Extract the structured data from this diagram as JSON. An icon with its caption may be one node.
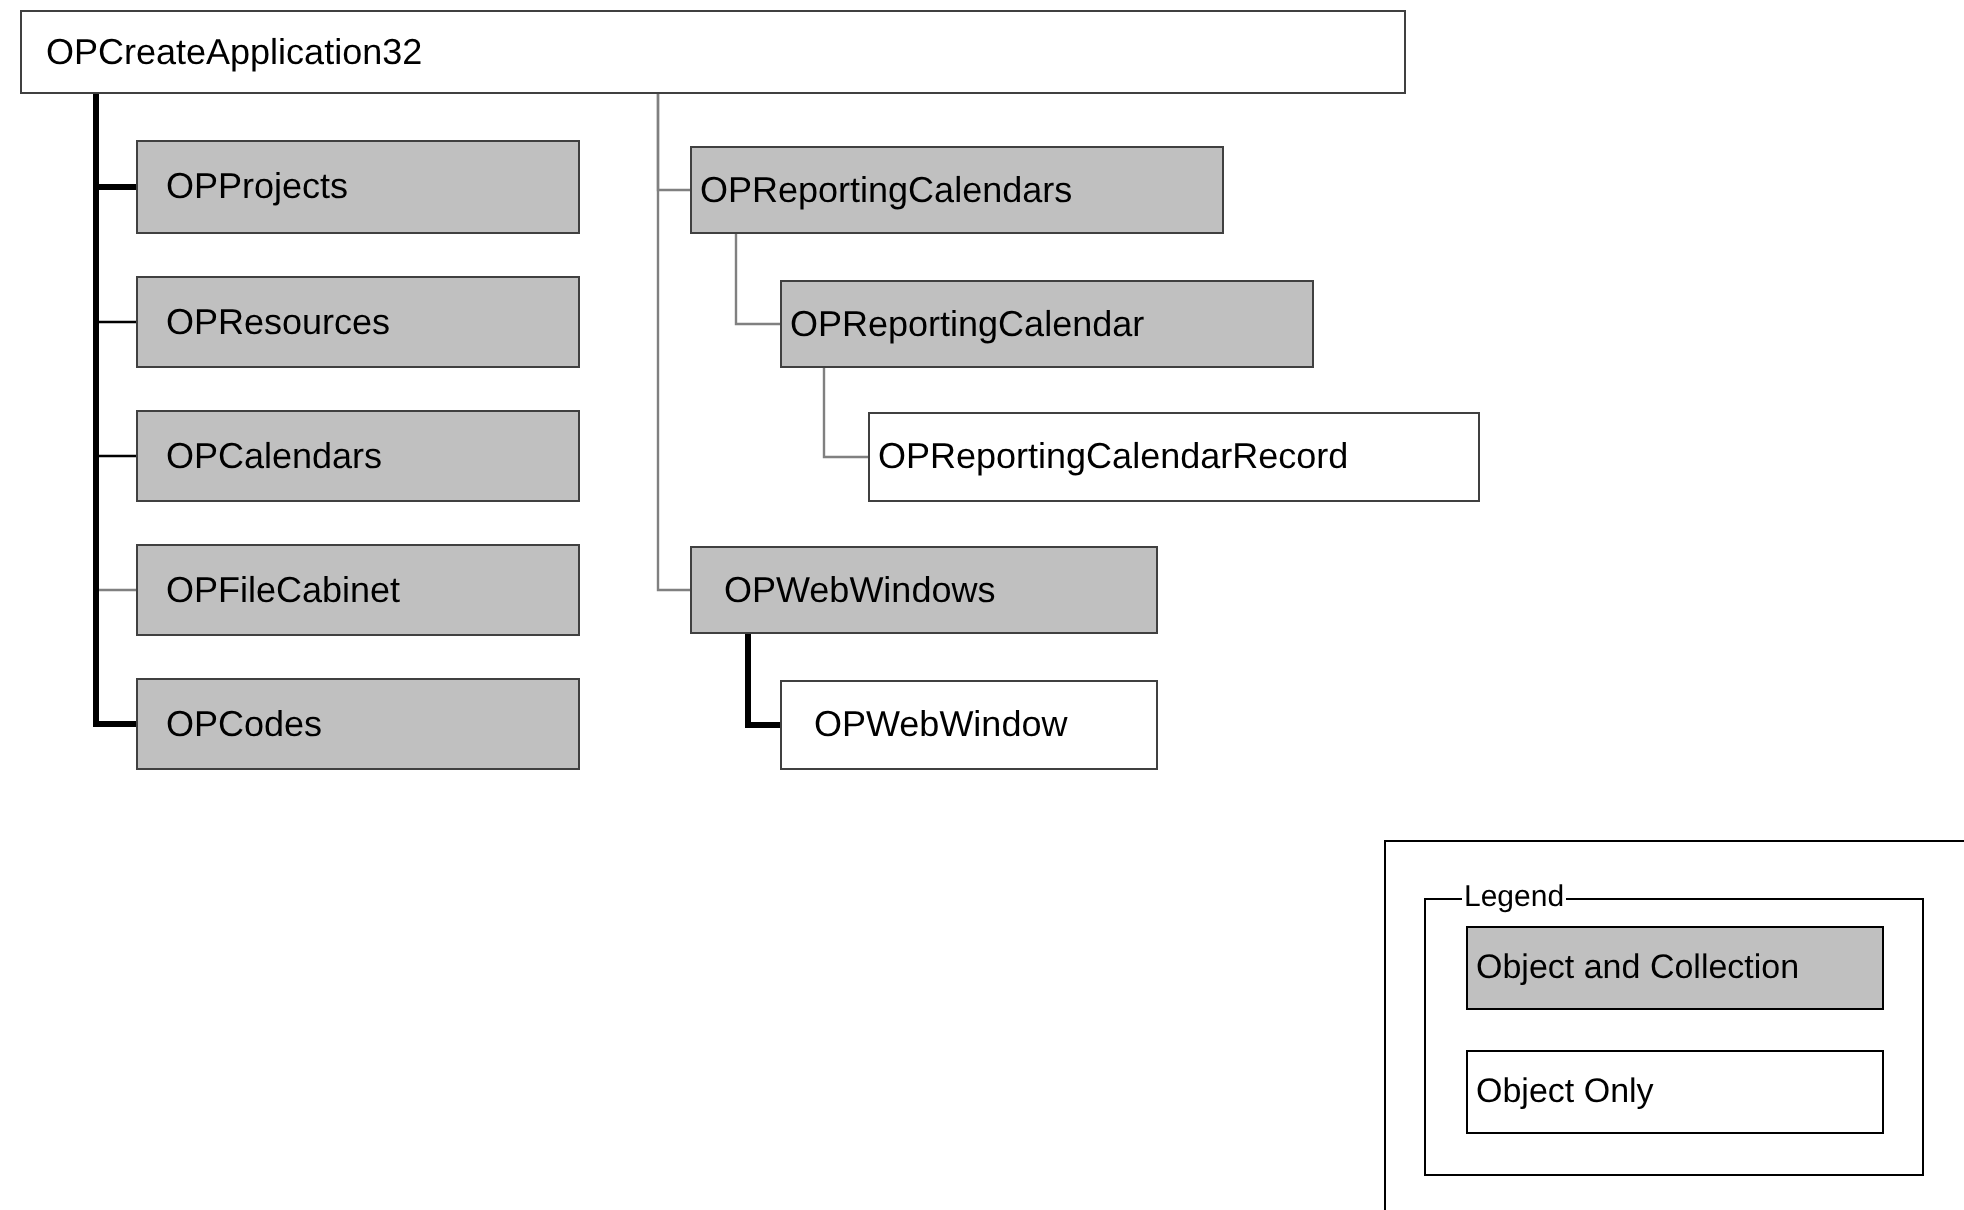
{
  "diagram": {
    "nodes": [
      {
        "text": [
          "OPCreateApplication32"
        ]
      },
      {
        "text": [
          "OPProjects"
        ]
      },
      {
        "text": [
          "OPResources"
        ]
      },
      {
        "text": [
          "OPCalendars"
        ]
      },
      {
        "text": [
          "OPFileCabinet"
        ]
      },
      {
        "text": [
          "OPCodes"
        ]
      },
      {
        "text": [
          "OPReportingCalendars"
        ]
      },
      {
        "text": [
          "OPReportingCalendar"
        ]
      },
      {
        "text": [
          "OPReportingCalendarRecord"
        ]
      },
      {
        "text": [
          "OPWebWindows"
        ]
      },
      {
        "text": [
          "OPWebWindow"
        ]
      }
    ],
    "edges": [
      {
        "from": 0,
        "to": 1,
        "arrow": "none",
        "style": "thick"
      },
      {
        "from": 0,
        "to": 2,
        "arrow": "none"
      },
      {
        "from": 0,
        "to": 3,
        "arrow": "none"
      },
      {
        "from": 0,
        "to": 4,
        "arrow": "none",
        "color": "#808080"
      },
      {
        "from": 0,
        "to": 5,
        "arrow": "none",
        "style": "thick"
      },
      {
        "from": 0,
        "to": 6,
        "arrow": "none",
        "color": "#808080"
      },
      {
        "from": 6,
        "to": 7,
        "arrow": "none",
        "color": "#808080"
      },
      {
        "from": 7,
        "to": 8,
        "arrow": "none",
        "color": "#808080"
      },
      {
        "from": 0,
        "to": 9,
        "arrow": "none",
        "color": "#808080"
      },
      {
        "from": 9,
        "to": 10,
        "arrow": "none",
        "style": "thick"
      }
    ],
    "labels": [
      "Legend"
    ],
    "legend": [
      {
        "text": "Object and Collection",
        "color": "#c0c0c0"
      },
      {
        "text": "Object Only",
        "color": "#ffffff"
      }
    ]
  }
}
